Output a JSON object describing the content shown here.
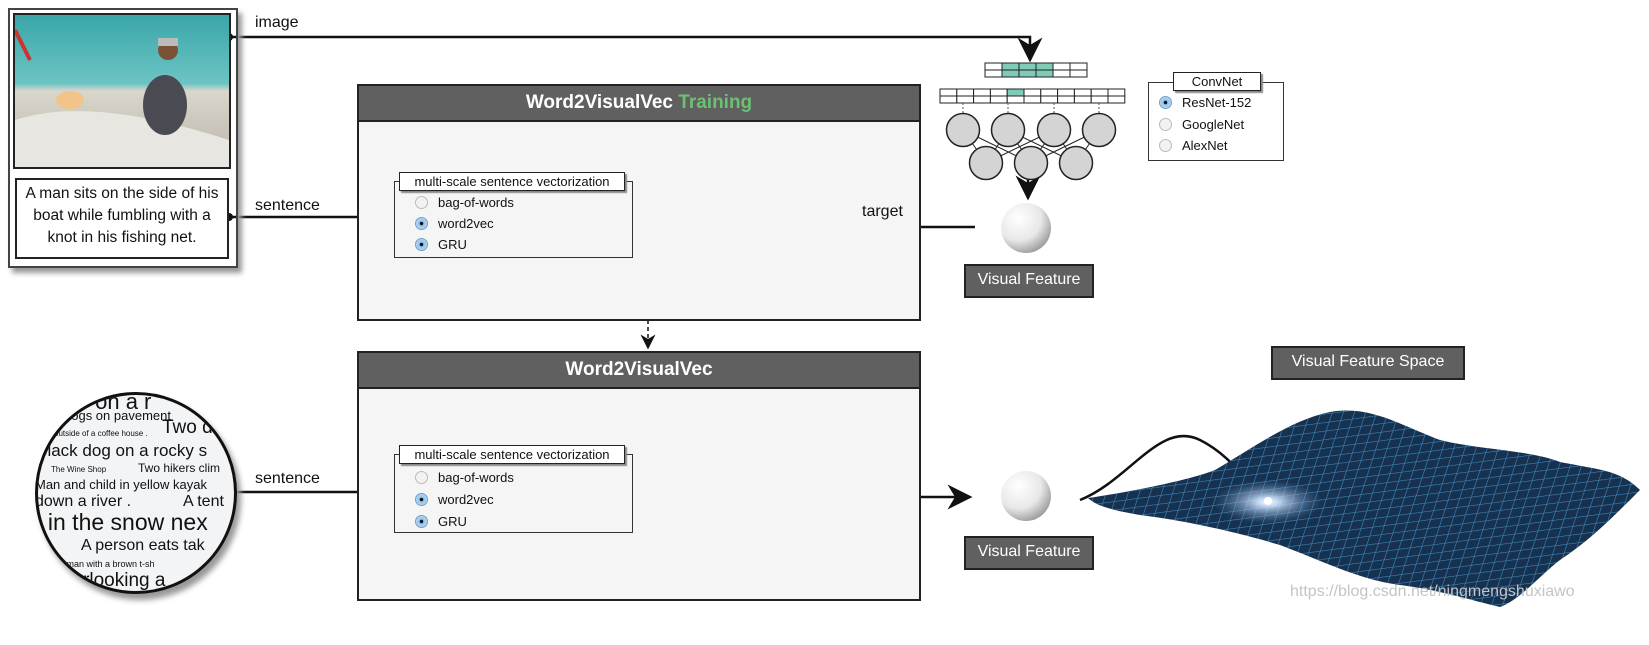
{
  "input": {
    "caption": "A man sits on the side of his boat while fumbling with a knot in his fishing net.",
    "image_label": "image",
    "sentence_label_top": "sentence",
    "sentence_label_bottom": "sentence"
  },
  "training_panel": {
    "title": "Word2VisualVec",
    "title_accent": "Training",
    "accent_color": "#6cbf73",
    "vectorization_title": "multi-scale sentence vectorization",
    "options": [
      {
        "label": "bag-of-words",
        "selected": false
      },
      {
        "label": "word2vec",
        "selected": true
      },
      {
        "label": "GRU",
        "selected": true
      }
    ],
    "target_label": "target"
  },
  "inference_panel": {
    "title": "Word2VisualVec",
    "vectorization_title": "multi-scale sentence vectorization",
    "options": [
      {
        "label": "bag-of-words",
        "selected": false
      },
      {
        "label": "word2vec",
        "selected": true
      },
      {
        "label": "GRU",
        "selected": true
      }
    ]
  },
  "convnet": {
    "title": "ConvNet",
    "options": [
      {
        "label": "ResNet-152",
        "selected": true
      },
      {
        "label": "GoogleNet",
        "selected": false
      },
      {
        "label": "AlexNet",
        "selected": false
      }
    ]
  },
  "visual_feature_top": "Visual Feature",
  "visual_feature_bottom": "Visual Feature",
  "visual_feature_space": "Visual Feature Space",
  "word_cloud": [
    "s on a r",
    "dogs on pavement",
    "outside of a coffee house .",
    "Two d",
    "black dog on a rocky s",
    "The Wine Shop",
    "Two hikers clim",
    "Man and child in yellow kayak",
    "down a river .",
    "A tent",
    "s in the snow nex",
    "A person eats tak",
    "t to a man with a brown t-sh",
    "verlooking a"
  ],
  "watermark": "https://blog.csdn.net/ningmengshuxiawo"
}
